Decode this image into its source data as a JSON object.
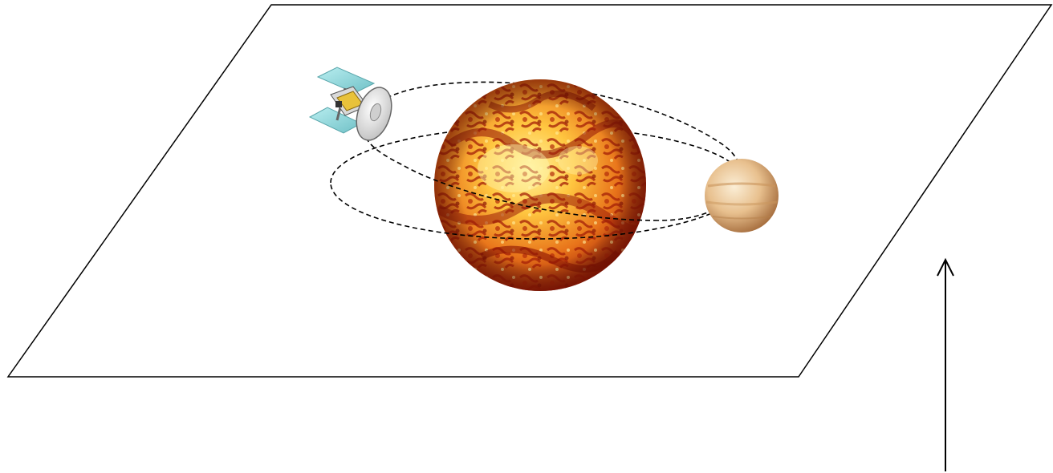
{
  "diagram": {
    "components": [
      "ecliptic-plane",
      "sun",
      "planet",
      "spacecraft",
      "planet-orbit",
      "spacecraft-orbit",
      "view-direction-arrow"
    ],
    "colors": {
      "outline": "#000000",
      "sun_core": "#ffd25a",
      "sun_mid": "#f08a1c",
      "sun_dark": "#9a1c08",
      "planet_light": "#f4dcb4",
      "planet_dark": "#b07a45",
      "panel": "#8fd3d8",
      "dish": "#e9e9e9",
      "bus": "#e8c23a"
    }
  }
}
